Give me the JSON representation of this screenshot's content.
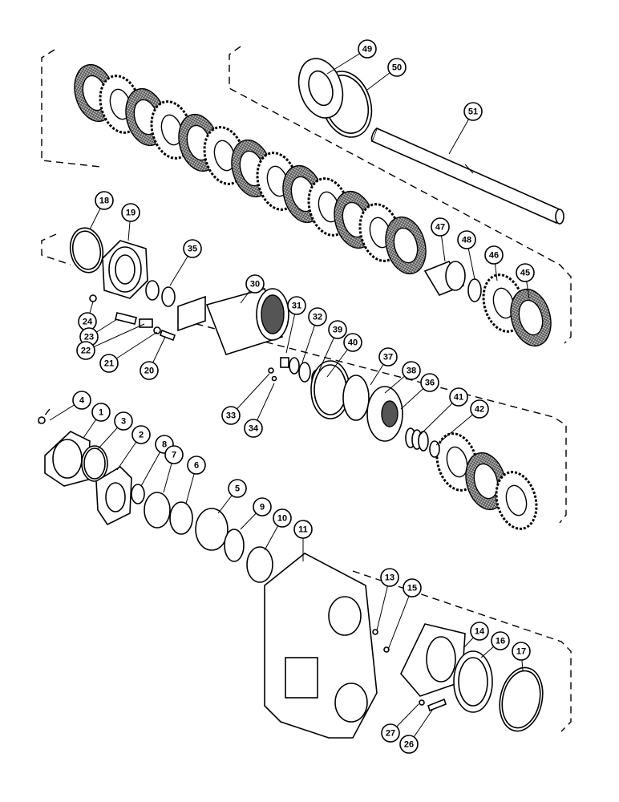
{
  "diagram": {
    "callouts": [
      "49",
      "50",
      "51",
      "18",
      "19",
      "35",
      "47",
      "48",
      "46",
      "45",
      "30",
      "24",
      "31",
      "32",
      "39",
      "40",
      "23",
      "22",
      "21",
      "20",
      "37",
      "38",
      "36",
      "41",
      "42",
      "33",
      "34",
      "4",
      "1",
      "3",
      "2",
      "8",
      "7",
      "6",
      "5",
      "9",
      "10",
      "11",
      "13",
      "15",
      "14",
      "16",
      "17",
      "27",
      "26"
    ]
  },
  "colors": {
    "ink": "#000000",
    "paper": "#ffffff",
    "friction_hatch": "#6a6a6a"
  }
}
